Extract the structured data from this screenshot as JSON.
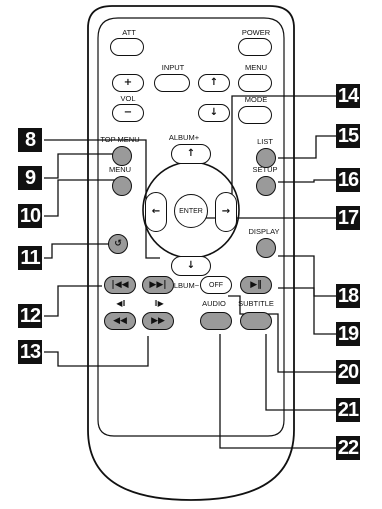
{
  "buttons": {
    "att": "ATT",
    "power": "POWER",
    "input": "INPUT",
    "menu_top": "MENU",
    "vol": "VOL",
    "vol_plus": "+",
    "vol_minus": "−",
    "mode": "MODE",
    "album_plus": "ALBUM+",
    "album_minus": "ALBUM−",
    "enter": "ENTER",
    "top_menu": "TOP MENU",
    "menu": "MENU",
    "list": "LIST",
    "setup": "SETUP",
    "display": "DISPLAY",
    "off": "OFF",
    "audio": "AUDIO",
    "subtitle": "SUBTITLE"
  },
  "callouts": [
    "8",
    "9",
    "10",
    "11",
    "12",
    "13",
    "14",
    "15",
    "16",
    "17",
    "18",
    "19",
    "20",
    "21",
    "22"
  ]
}
